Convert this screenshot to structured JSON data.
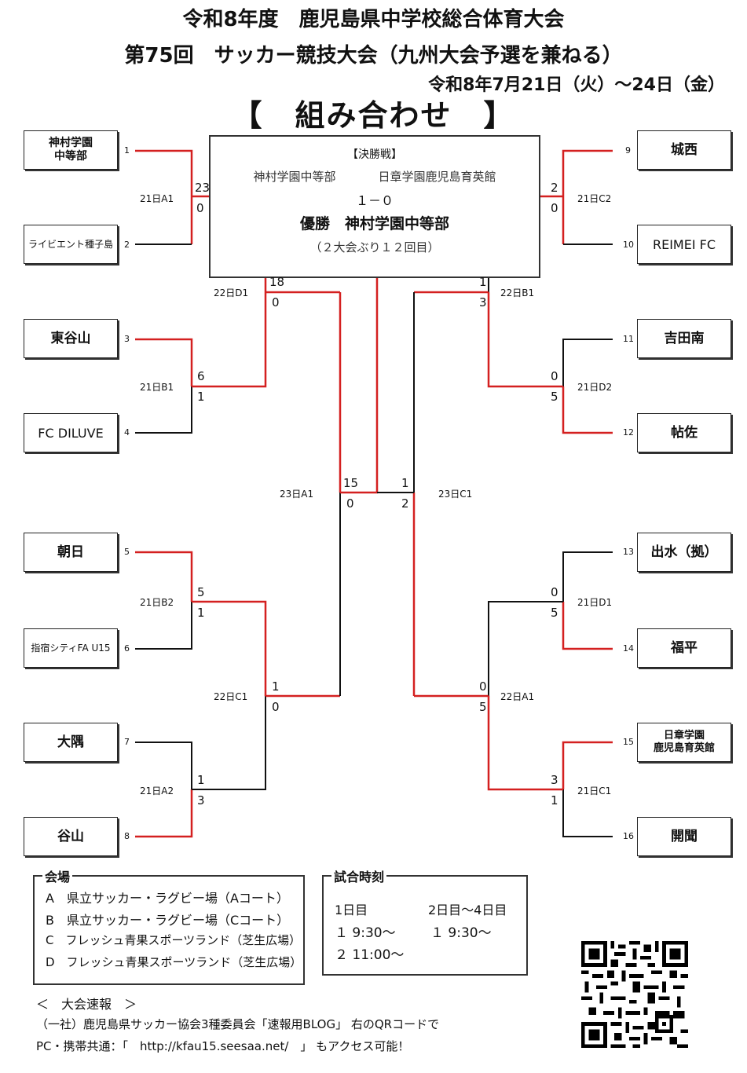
{
  "header": {
    "line1": "令和8年度　鹿児島県中学校総合体育大会",
    "line2": "第75回　サッカー競技大会（九州大会予選を兼ねる）",
    "dates": "令和8年7月21日（火）～24日（金）",
    "main": "【　組み合わせ　】"
  },
  "teams": [
    {
      "seed": "1",
      "name": "神村学園\n中等部"
    },
    {
      "seed": "2",
      "name": "ライビエント種子島"
    },
    {
      "seed": "3",
      "name": "東谷山"
    },
    {
      "seed": "4",
      "name": "FC DILUVE"
    },
    {
      "seed": "5",
      "name": "朝日"
    },
    {
      "seed": "6",
      "name": "指宿シティFA U15"
    },
    {
      "seed": "7",
      "name": "大隅"
    },
    {
      "seed": "8",
      "name": "谷山"
    },
    {
      "seed": "9",
      "name": "城西"
    },
    {
      "seed": "10",
      "name": "REIMEI FC"
    },
    {
      "seed": "11",
      "name": "吉田南"
    },
    {
      "seed": "12",
      "name": "帖佐"
    },
    {
      "seed": "13",
      "name": "出水（拠）"
    },
    {
      "seed": "14",
      "name": "福平"
    },
    {
      "seed": "15",
      "name": "日章学園\n鹿児島育英館"
    },
    {
      "seed": "16",
      "name": "開聞"
    }
  ],
  "matches": {
    "r1": [
      {
        "label": "21日A1",
        "s1": "23",
        "s2": "0"
      },
      {
        "label": "21日B1",
        "s1": "6",
        "s2": "1"
      },
      {
        "label": "21日B2",
        "s1": "5",
        "s2": "1"
      },
      {
        "label": "21日A2",
        "s1": "1",
        "s2": "3"
      },
      {
        "label": "21日C2",
        "s1": "2",
        "s2": "0"
      },
      {
        "label": "21日D2",
        "s1": "0",
        "s2": "5"
      },
      {
        "label": "21日D1",
        "s1": "0",
        "s2": "5"
      },
      {
        "label": "21日C1",
        "s1": "3",
        "s2": "1"
      }
    ],
    "r2": [
      {
        "label": "22日D1",
        "s1": "18",
        "s2": "0"
      },
      {
        "label": "22日C1",
        "s1": "1",
        "s2": "0"
      },
      {
        "label": "22日B1",
        "s1": "1",
        "s2": "3"
      },
      {
        "label": "22日A1",
        "s1": "0",
        "s2": "5"
      }
    ],
    "r3": [
      {
        "label": "23日A1",
        "s1": "15",
        "s2": "0"
      },
      {
        "label": "23日C1",
        "s1": "1",
        "s2": "2"
      }
    ]
  },
  "final": {
    "heading": "【決勝戦】",
    "team_left": "神村学園中等部",
    "team_right": "日章学園鹿児島育英館",
    "score": "１－０",
    "winner": "優勝　神村学園中等部",
    "note": "（２大会ぶり１２回目）"
  },
  "venues": {
    "title": "会場",
    "items": [
      "A　県立サッカー・ラグビー場（Aコート）",
      "B　県立サッカー・ラグビー場（Cコート）",
      "C　フレッシュ青果スポーツランド（芝生広場）",
      "D　フレッシュ青果スポーツランド（芝生広場）"
    ]
  },
  "times": {
    "title": "試合時刻",
    "day1_header": "1日目",
    "day1_rows": [
      "１ 9:30～",
      "２ 11:00～"
    ],
    "day2_header": "2日目～4日目",
    "day2_rows": [
      "１ 9:30～"
    ]
  },
  "footer": {
    "heading": "＜　大会速報　＞",
    "line1": "（一社）鹿児島県サッカー協会3種委員会「速報用BLOG」 右のQRコードで",
    "line2": "PC・携帯共通：「　http://kfau15.seesaa.net/　」 もアクセス可能！"
  },
  "colors": {
    "winner_line": "#d42020",
    "line": "#111111"
  },
  "icons": {
    "qr": "qr-code-icon"
  }
}
